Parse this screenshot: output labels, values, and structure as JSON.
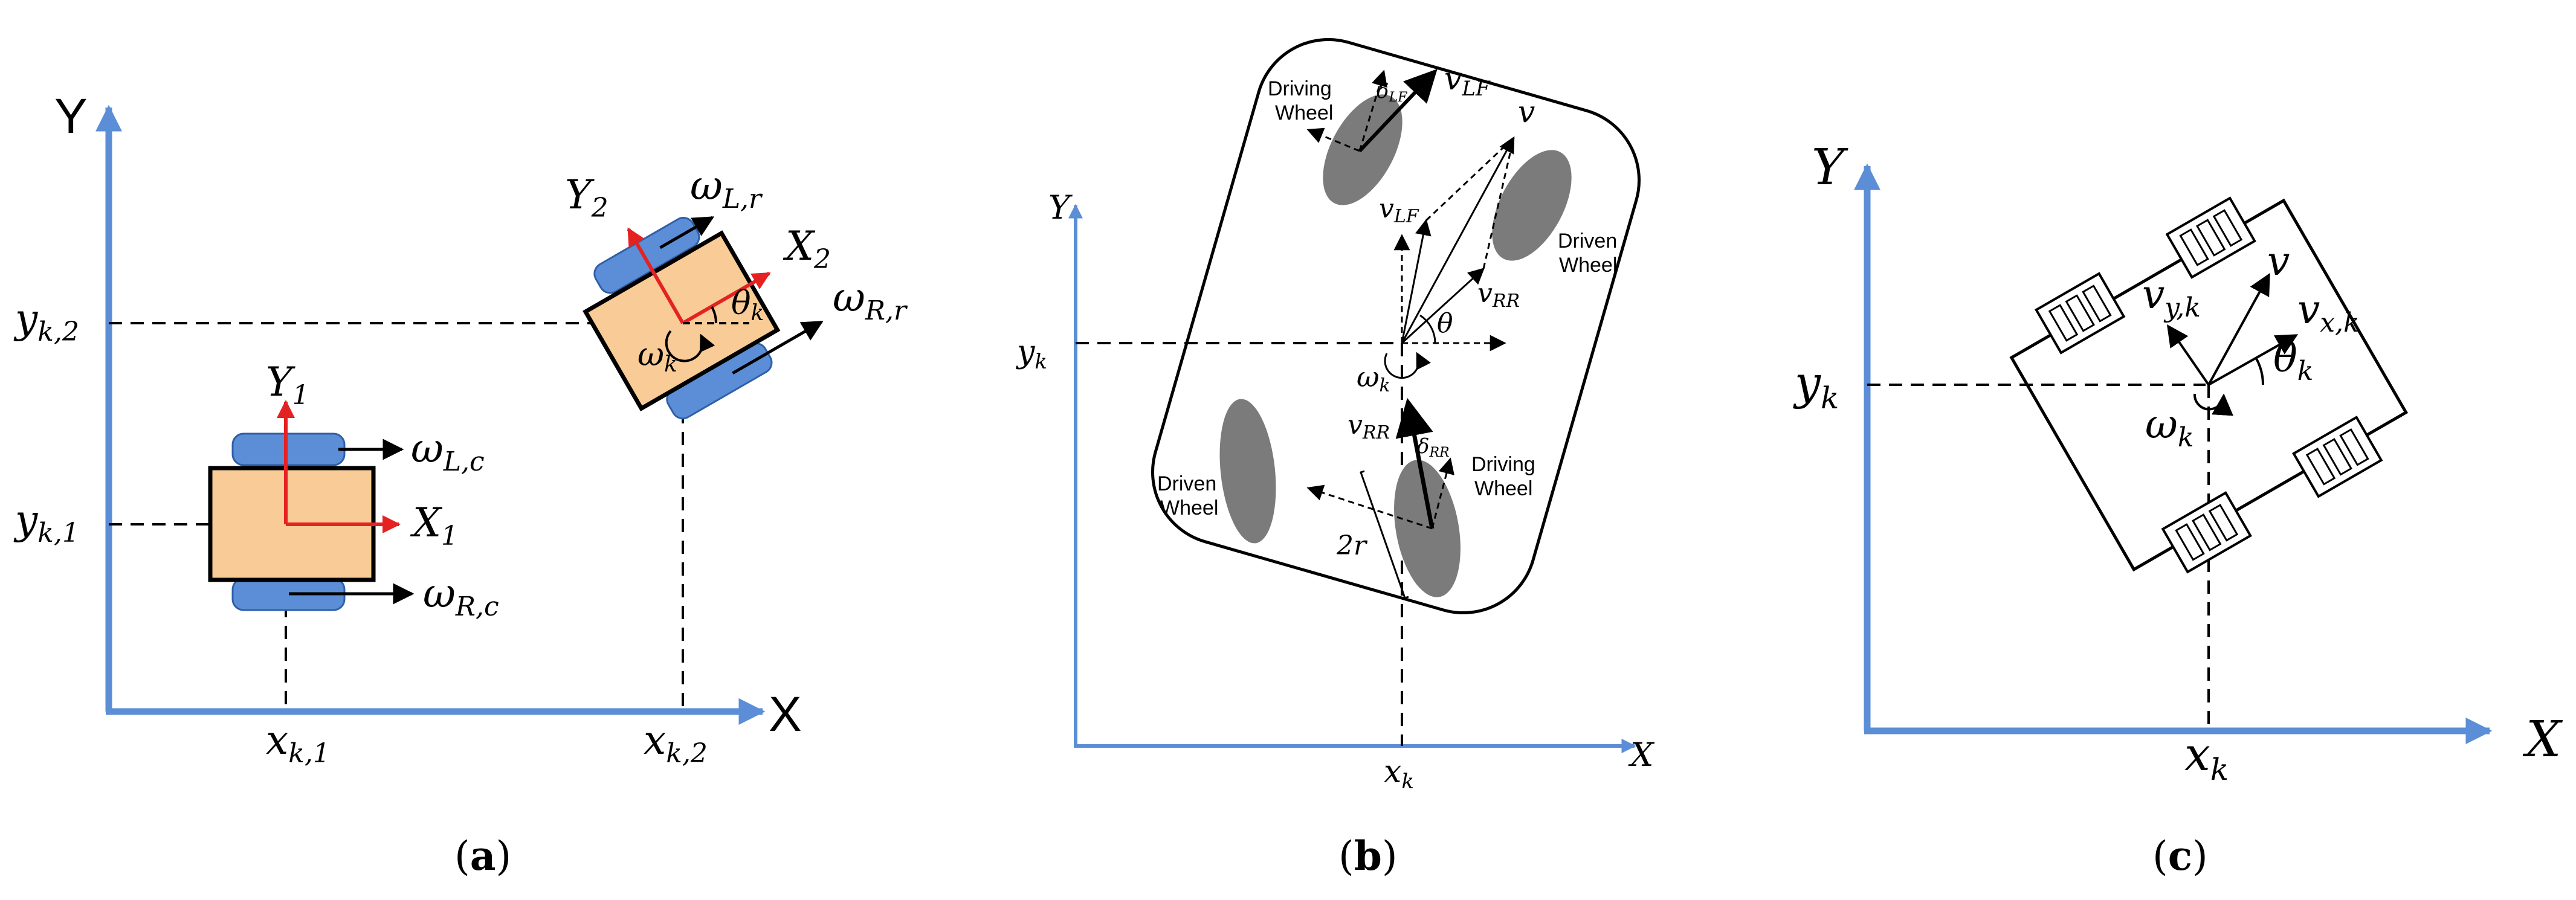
{
  "colors": {
    "axis_blue": "#5b8ed6",
    "wheel_blue": "#5b8ed6",
    "body_orange": "#f9cc97",
    "frame_red": "#e52222",
    "wheel_gray": "#7b7b7b",
    "ink": "#000000"
  },
  "panel_a": {
    "caption": {
      "open": "(",
      "letter": "a",
      "close": ")"
    },
    "axis_x": "X",
    "axis_y": "Y",
    "y_k2": {
      "base": "y",
      "sub": "k,2"
    },
    "y_k1": {
      "base": "y",
      "sub": "k,1"
    },
    "x_k1": {
      "base": "x",
      "sub": "k,1"
    },
    "x_k2": {
      "base": "x",
      "sub": "k,2"
    },
    "frame1_x": {
      "base": "X",
      "sub": "1"
    },
    "frame1_y": {
      "base": "Y",
      "sub": "1"
    },
    "frame2_x": {
      "base": "X",
      "sub": "2"
    },
    "frame2_y": {
      "base": "Y",
      "sub": "2"
    },
    "omega_lc": {
      "base": "ω",
      "sub": "L,c"
    },
    "omega_rc": {
      "base": "ω",
      "sub": "R,c"
    },
    "omega_lr": {
      "base": "ω",
      "sub": "L,r"
    },
    "omega_rr": {
      "base": "ω",
      "sub": "R,r"
    },
    "omega_k": {
      "base": "ω",
      "sub": "k"
    },
    "theta_k": {
      "base": "θ",
      "sub": "k"
    }
  },
  "panel_b": {
    "caption": {
      "open": "(",
      "letter": "b",
      "close": ")"
    },
    "axis_x": "X",
    "axis_y": "Y",
    "y_k": {
      "base": "y",
      "sub": "k"
    },
    "x_k": {
      "base": "x",
      "sub": "k"
    },
    "v": "v",
    "v_lf_top": {
      "base": "v",
      "sub": "LF"
    },
    "v_lf_mid": {
      "base": "v",
      "sub": "LF"
    },
    "v_rr_mid": {
      "base": "v",
      "sub": "RR"
    },
    "v_rr_low": {
      "base": "v",
      "sub": "RR"
    },
    "delta_lf": {
      "base": "δ",
      "sub": "LF"
    },
    "delta_rr": {
      "base": "δ",
      "sub": "RR"
    },
    "theta": "θ",
    "omega_k": {
      "base": "ω",
      "sub": "k"
    },
    "two_r": "2r",
    "driving_wheel_top": [
      "Driving",
      "Wheel"
    ],
    "driven_wheel_right": [
      "Driven",
      "Wheel"
    ],
    "driven_wheel_left": [
      "Driven",
      "Wheel"
    ],
    "driving_wheel_low": [
      "Driving",
      "Wheel"
    ]
  },
  "panel_c": {
    "caption": {
      "open": "(",
      "letter": "c",
      "close": ")"
    },
    "axis_x": "X",
    "axis_y": "Y",
    "y_k": {
      "base": "y",
      "sub": "k"
    },
    "x_k": {
      "base": "x",
      "sub": "k"
    },
    "v": "v",
    "v_yk": {
      "base": "v",
      "sub": "y,k"
    },
    "v_xk": {
      "base": "v",
      "sub": "x,k"
    },
    "theta_k": {
      "base": "θ",
      "sub": "k"
    },
    "omega_k": {
      "base": "ω",
      "sub": "k"
    }
  }
}
